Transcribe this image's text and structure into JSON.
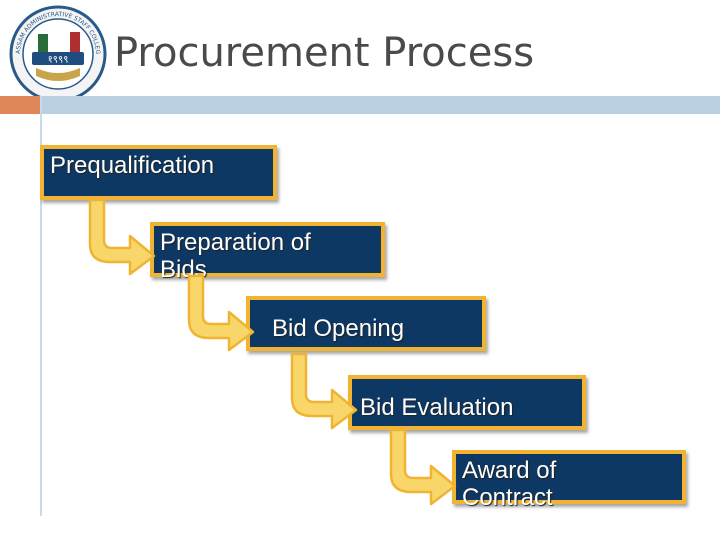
{
  "title": "Procurement Process",
  "logo": {
    "icon": "seal-logo",
    "emblem_text": "१९९९",
    "ring_text": "ASSAM ADMINISTRATIVE STAFF COLLEGE"
  },
  "steps": [
    {
      "label": "Prequalification"
    },
    {
      "label": "Preparation of Bids"
    },
    {
      "label": "Bid Opening"
    },
    {
      "label": "Bid Evaluation"
    },
    {
      "label": "Award of Contract"
    }
  ],
  "colors": {
    "box_fill": "#0d3863",
    "box_border": "#f0b432",
    "arrow_fill": "#f8d66a",
    "arrow_stroke": "#f0b432",
    "title_text": "#4a4a4a",
    "accent_orange": "#e0875a",
    "accent_blue": "#b9cfe2"
  }
}
